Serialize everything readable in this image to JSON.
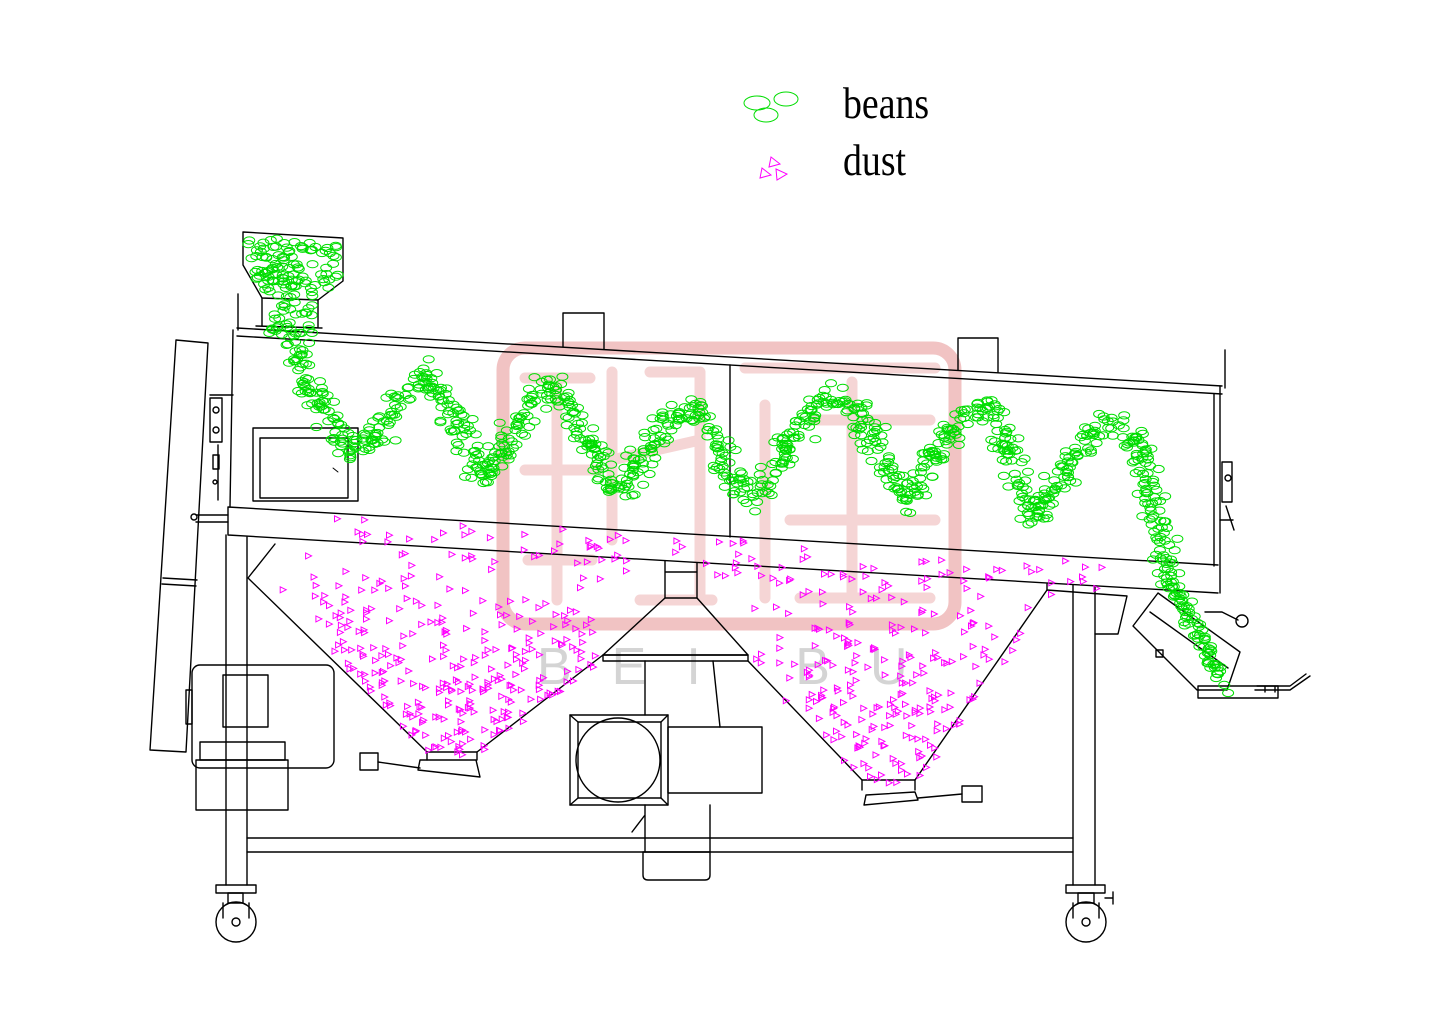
{
  "legend": {
    "items": [
      {
        "label": "beans",
        "icon": "green-ellipse-cluster-icon"
      },
      {
        "label": "dust",
        "icon": "magenta-triangle-cluster-icon"
      }
    ]
  },
  "watermark": {
    "text": "BEI BU"
  },
  "colors": {
    "line": "#000000",
    "beans": "#00dd00",
    "dust": "#ff00ff",
    "watermark_logo": "#efb9b9",
    "watermark_text": "#cdcdcd"
  }
}
